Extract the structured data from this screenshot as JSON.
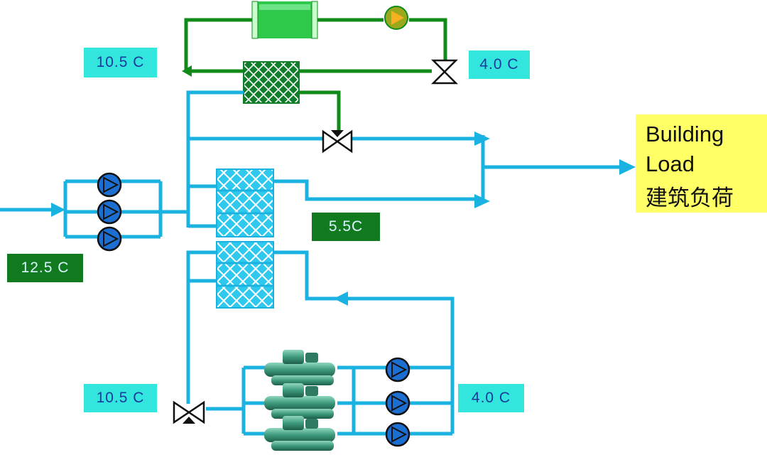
{
  "labels": {
    "top_left_temp": "10.5 C",
    "top_right_temp": "4.0 C",
    "mid_temp": "5.5C",
    "inlet_temp": "12.5 C",
    "bottom_left_temp": "10.5 C",
    "bottom_right_temp": "4.0 C"
  },
  "load": {
    "line1": "Building",
    "line2": "Load",
    "line3": "建筑负荷"
  },
  "colors": {
    "chilled_water_pipe": "#1ab2e0",
    "refrigerant_pipe": "#118a1a",
    "exchanger_top": "#0f7d2a",
    "exchanger_plate": "#2fc9ee",
    "pump": "#1c6fd0",
    "chiller_body": "#3e9a7d",
    "label_cyan": "#33e6dd",
    "label_green": "#127a1e",
    "load_box": "#ffff66"
  }
}
